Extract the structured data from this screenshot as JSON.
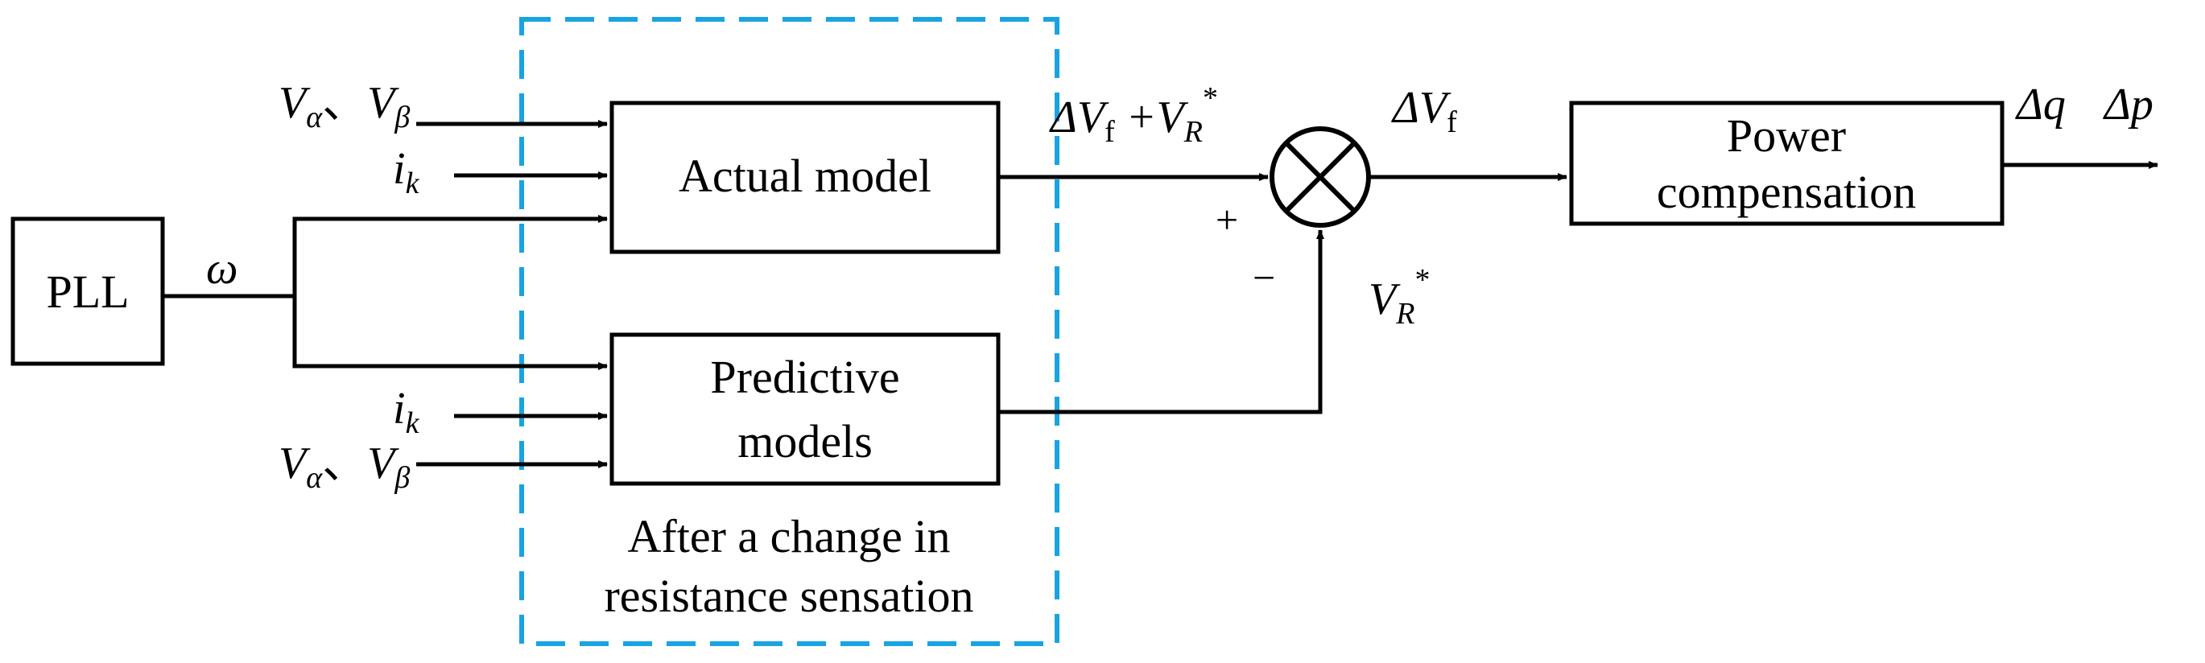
{
  "blocks": {
    "pll": "PLL",
    "actual_model": "Actual model",
    "predictive_line1": "Predictive",
    "predictive_line2": "models",
    "power_line1": "Power",
    "power_line2": "compensation"
  },
  "region_caption": {
    "line1": "After a change in",
    "line2": "resistance sensation"
  },
  "signals": {
    "omega": "ω",
    "v_alpha": "V",
    "v_alpha_sub": "α",
    "separator": "、",
    "v_beta": "V",
    "v_beta_sub": "β",
    "i_k": "i",
    "i_k_sub": "k",
    "sum_input_delta": "ΔV",
    "sum_input_f": "f",
    "sum_input_plus": " +V",
    "sum_input_R": "R",
    "star": "*",
    "v_r": "V",
    "v_r_sub": "R",
    "delta_vf": "ΔV",
    "delta_vf_sub": "f",
    "delta_q": "Δq",
    "delta_p": "Δp"
  },
  "signs": {
    "plus": "+",
    "minus": "−"
  },
  "colors": {
    "line": "#000000",
    "region_border": "#1aa3e0"
  }
}
